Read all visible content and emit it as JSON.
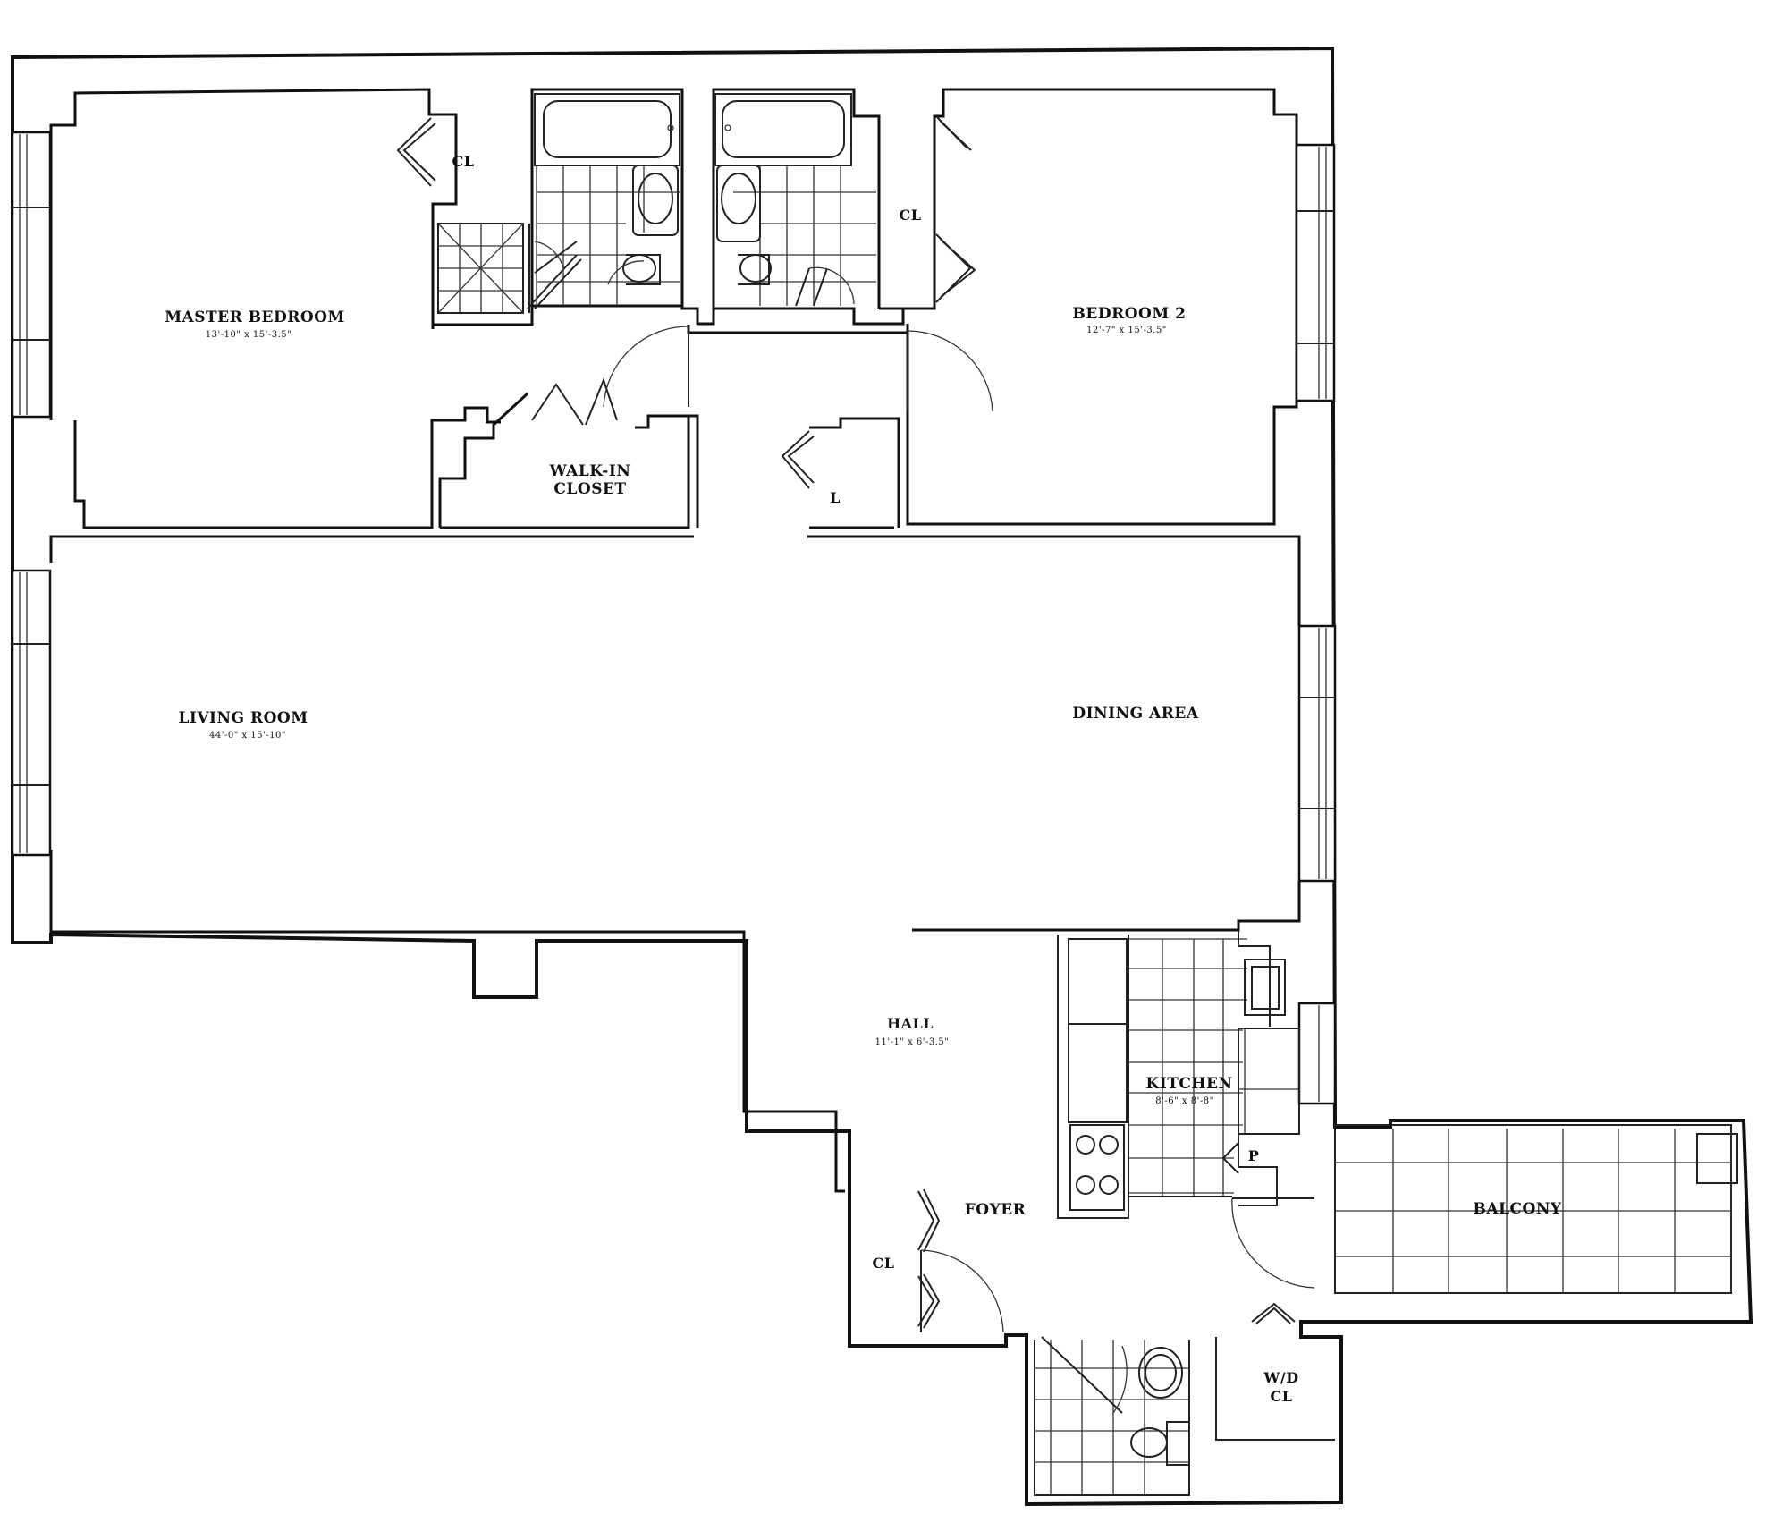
{
  "rooms": {
    "master_bedroom": {
      "name": "MASTER BEDROOM",
      "dims": "13'-10\" x 15'-3.5\""
    },
    "bedroom2": {
      "name": "BEDROOM 2",
      "dims": "12'-7\" x 15'-3.5\""
    },
    "walk_in_closet": {
      "line1": "WALK-IN",
      "line2": "CLOSET"
    },
    "living_room": {
      "name": "LIVING ROOM",
      "dims": "44'-0\" x 15'-10\""
    },
    "dining_area": {
      "name": "DINING AREA"
    },
    "hall": {
      "name": "HALL",
      "dims": "11'-1\" x 6'-3.5\""
    },
    "kitchen": {
      "name": "KITCHEN",
      "dims": "8'-6\" x 8'-8\""
    },
    "foyer": {
      "name": "FOYER"
    },
    "balcony": {
      "name": "BALCONY"
    },
    "wd_closet": {
      "line1": "W/D",
      "line2": "CL"
    }
  },
  "closets": {
    "master_cl": "CL",
    "bedroom2_cl": "CL",
    "linen": "L",
    "foyer_cl": "CL",
    "pantry": "P"
  }
}
